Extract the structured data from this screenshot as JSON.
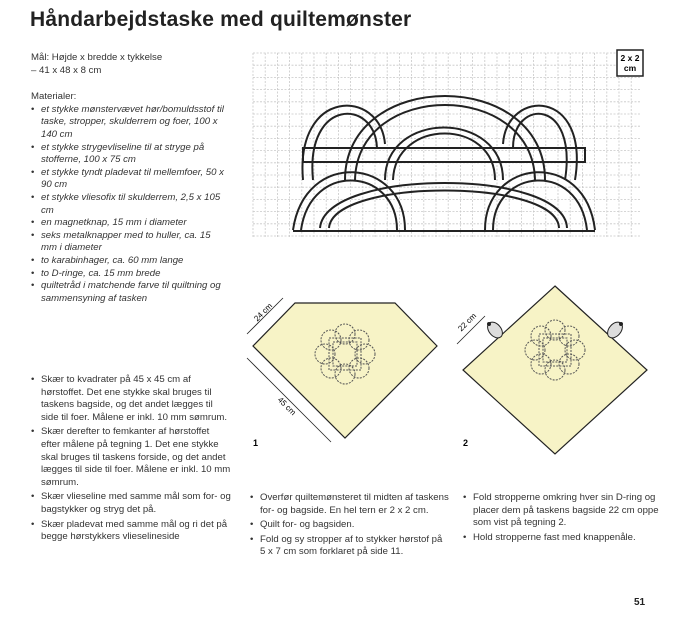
{
  "title": "Håndarbejdstaske med quiltemønster",
  "measure": {
    "label": "Mål: Højde x bredde x tykkelse",
    "value": "– 41 x 48 x 8 cm"
  },
  "materials": {
    "heading": "Materialer:",
    "items": [
      "et stykke mønstervævet hør/bomuldsstof til taske, stropper, skulderrem og foer, 100 x 140 cm",
      "et stykke strygevliseline til at stryge på stofferne, 100 x 75 cm",
      "et stykke tyndt pladevat til mellemfoer, 50 x 90 cm",
      "et stykke vliesofix til skulderrem, 2,5 x 105 cm",
      "en magnetknap, 15 mm i diameter",
      "seks metalknapper med to huller, ca. 15 mm i diameter",
      "to karabinhager, ca. 60 mm lange",
      "to D-ringe, ca. 15 mm brede",
      "quiltetråd i matchende farve til quiltning og sammensyning af tasken"
    ]
  },
  "steps_left": [
    "Skær to kvadrater på 45 x 45 cm af hørstoffet. Det ene stykke skal bruges til taskens bagside, og det andet lægges til side til foer. Målene er inkl. 10 mm sømrum.",
    "Skær derefter to femkanter af hørstoffet efter målene på tegning 1. Det ene stykke skal bruges til taskens forside, og det andet lægges til side til foer. Målene er inkl. 10 mm sømrum.",
    "Skær vlieseline med samme mål som for- og bagstykker og stryg det på.",
    "Skær pladevat med samme mål og ri det på begge hørstykkers vlieselineside"
  ],
  "steps_mid": [
    "Overfør quiltemønsteret til midten af taskens for- og bagside. En hel tern er 2 x 2 cm.",
    "Quilt for- og bagsiden.",
    "Fold og sy stropper af to stykker hørstof på 5 x 7 cm som forklaret på side 11."
  ],
  "steps_right": [
    "Fold stropperne omkring hver sin D-ring og placer dem på taskens bagside 22 cm oppe som vist på tegning 2.",
    "Hold stropperne fast med knappenåle."
  ],
  "grid_scale": "2 x 2 cm",
  "figure1": {
    "number": "1",
    "dim_a": "24 cm",
    "dim_b": "45 cm"
  },
  "figure2": {
    "number": "2",
    "dim_a": "22 cm"
  },
  "page_number": "51",
  "colors": {
    "fabric": "#f7f3c6",
    "grid": "#c8c8c8",
    "line": "#222222"
  }
}
